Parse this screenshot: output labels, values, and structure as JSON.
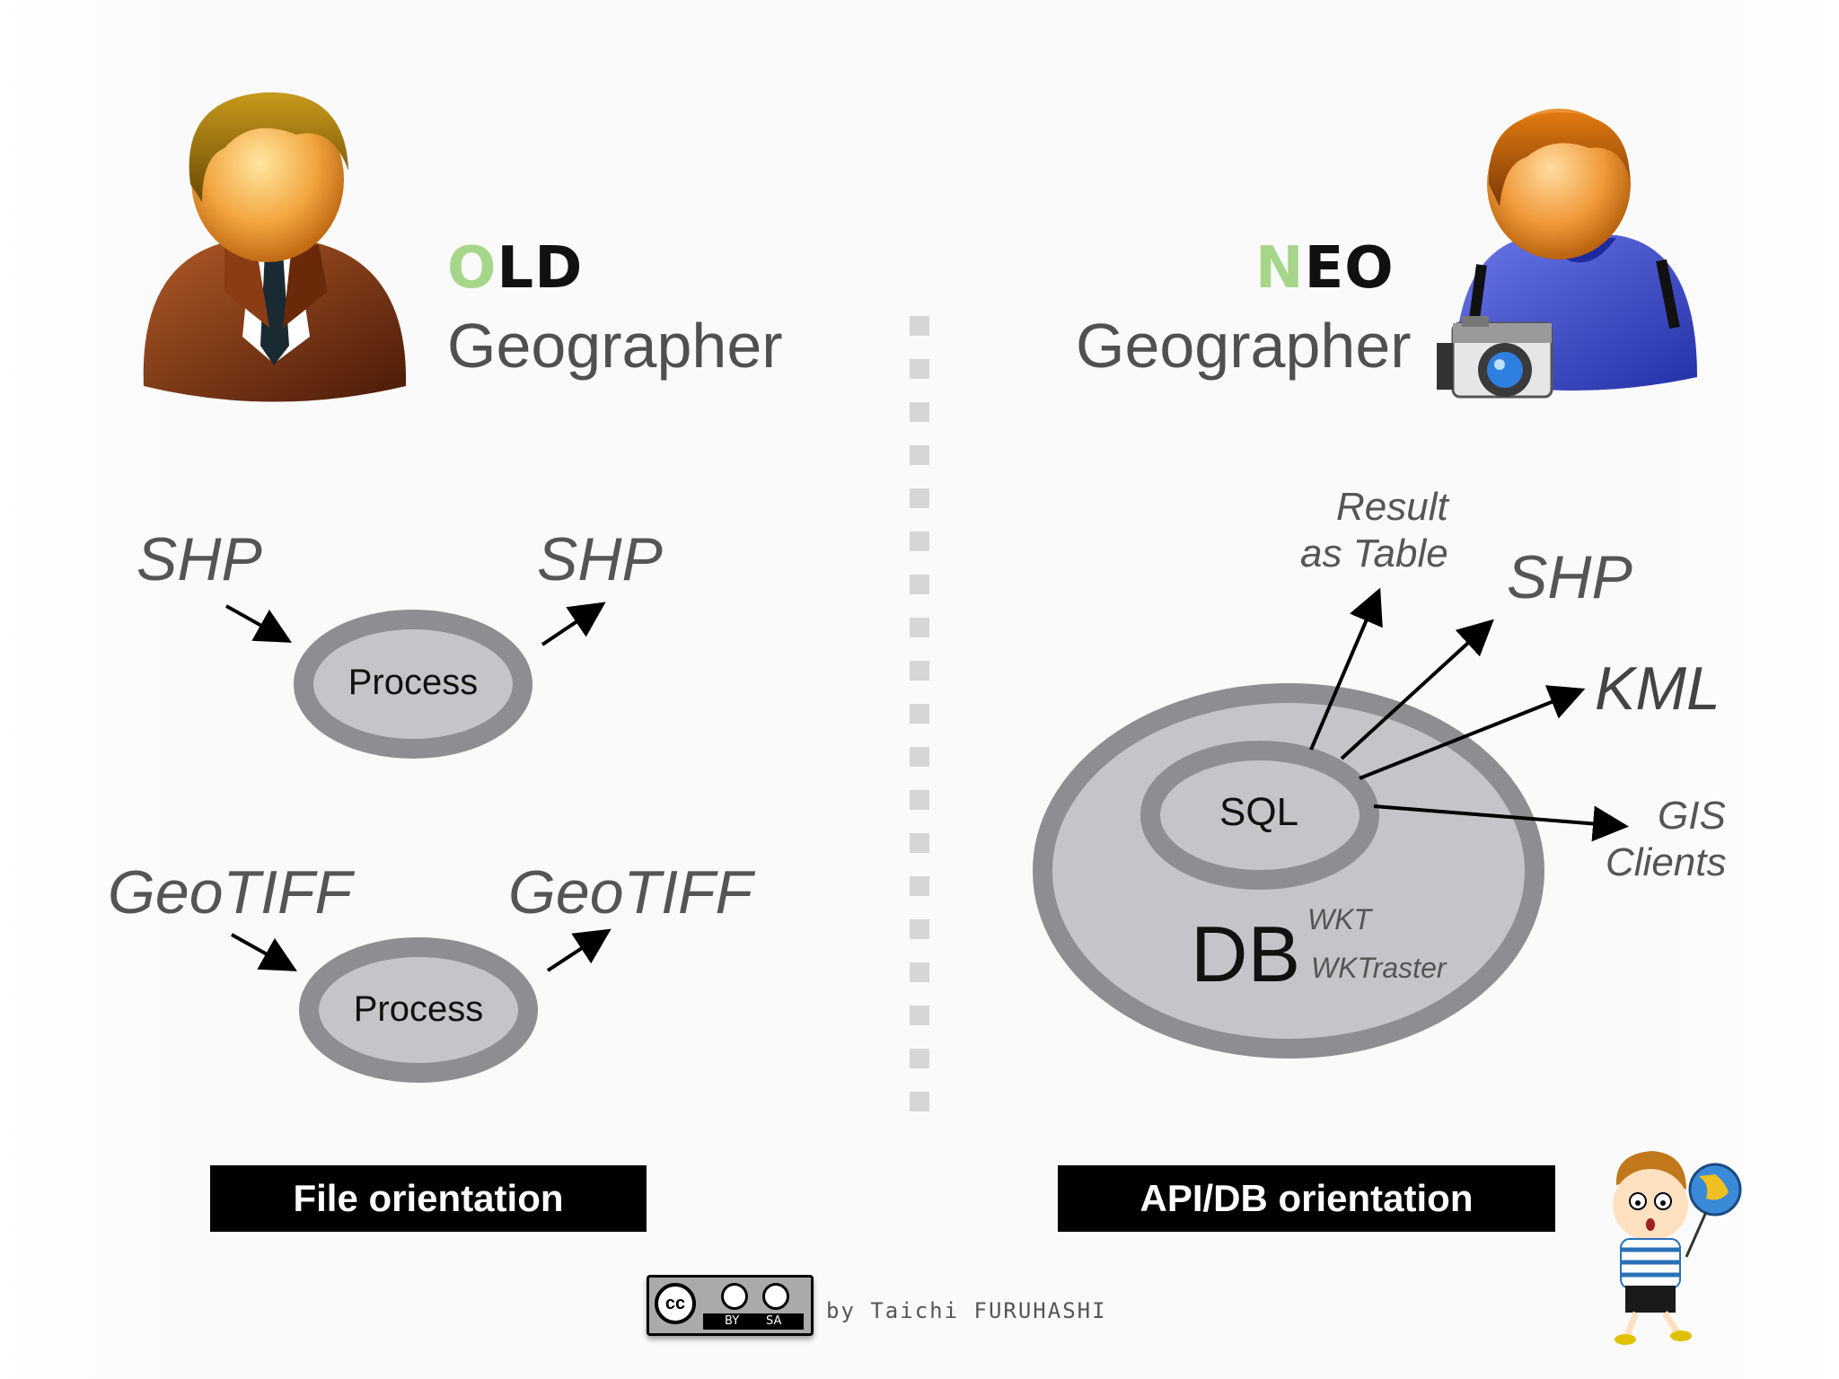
{
  "left": {
    "head_accent": "O",
    "head_rest": "LD",
    "title": "Geographer",
    "flow1": {
      "input": "SHP",
      "output": "SHP",
      "process": "Process"
    },
    "flow2": {
      "input": "GeoTIFF",
      "output": "GeoTIFF",
      "process": "Process"
    },
    "label": "File orientation"
  },
  "right": {
    "head_accent": "N",
    "head_rest": "EO",
    "title": "Geographer",
    "db": "DB",
    "sql": "SQL",
    "wkt": "WKT",
    "wktraster": "WKTraster",
    "outputs": {
      "result_line1": "Result",
      "result_line2": "as Table",
      "shp": "SHP",
      "kml": "KML",
      "gis_line1": "GIS",
      "gis_line2": "Clients"
    },
    "label": "API/DB orientation"
  },
  "license": {
    "by": "BY",
    "sa": "SA",
    "cc": "cc"
  },
  "credit": "by Taichi FURUHASHI",
  "colors": {
    "accent_green": "#a6d68a",
    "ellipse_ring": "#8e8d91",
    "ellipse_fill": "#c5c4c9"
  }
}
